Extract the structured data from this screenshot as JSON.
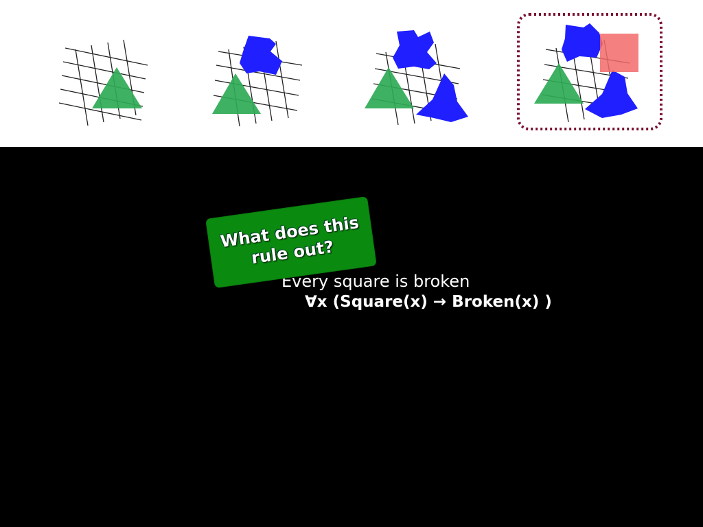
{
  "slide": {
    "sentence": "Every square is broken",
    "formula": "∀x (Square(x) → Broken(x) )",
    "callout": "What does this rule out?"
  },
  "colors": {
    "triangle": "#2faa55",
    "blob": "#1f1fff",
    "square": "#f36a6a",
    "highlight_border": "#7a1030",
    "callout_bg": "#0b8a10",
    "background": "#000000",
    "strip": "#ffffff"
  },
  "icons": {
    "world_1": [
      "triangle"
    ],
    "world_2": [
      "triangle",
      "blob"
    ],
    "world_3": [
      "triangle",
      "blob",
      "blob"
    ],
    "world_4": [
      "triangle",
      "blob",
      "blob",
      "square"
    ]
  }
}
